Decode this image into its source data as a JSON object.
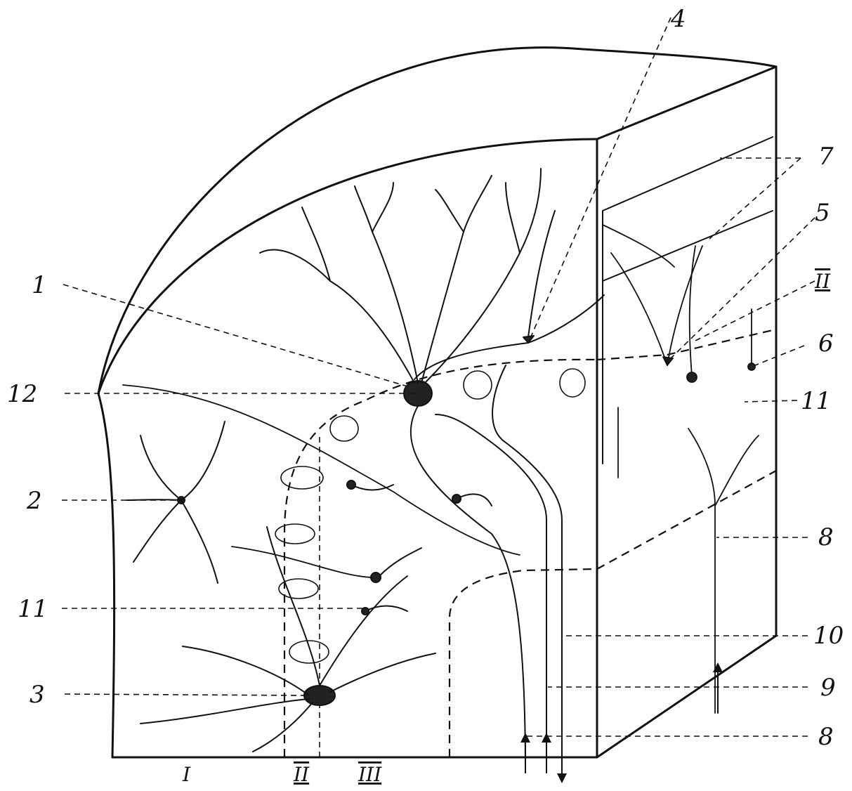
{
  "callouts": {
    "c1": "1",
    "c2": "2",
    "c3": "3",
    "c4": "4",
    "c5": "5",
    "c6": "6",
    "c7": "7",
    "c8_upper": "8",
    "c8_lower": "8",
    "c9": "9",
    "c10": "10",
    "c11_left": "11",
    "c11_right": "11",
    "c12": "12",
    "cII_right": "II"
  },
  "layers": {
    "l1": "I",
    "l2": "II",
    "l3": "III"
  }
}
